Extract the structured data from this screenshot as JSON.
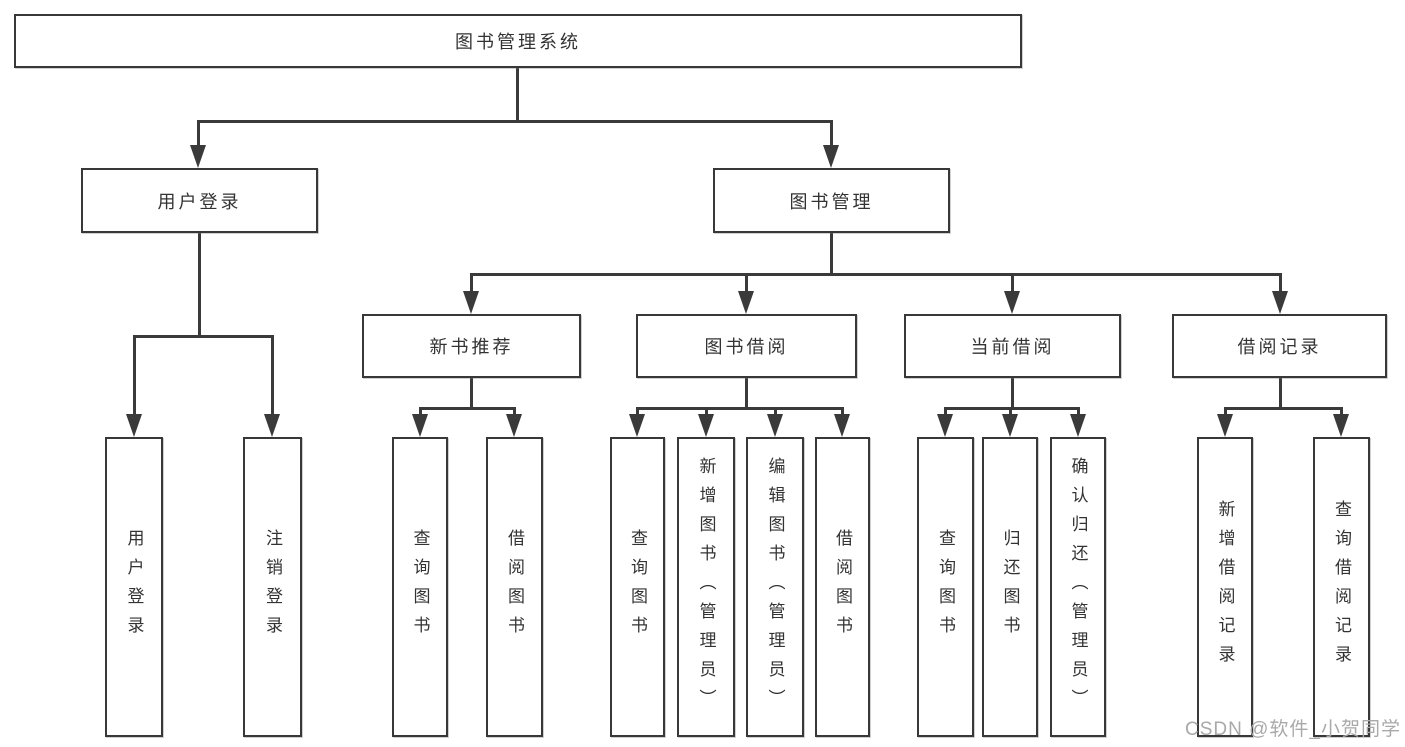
{
  "diagram_type": "hierarchy-tree",
  "watermark": "CSDN @软件_小贺同学",
  "colors": {
    "background": "#ffffff",
    "line": "#3a3a3a",
    "box_border": "#383838",
    "text": "#333333",
    "watermark": "#a9a9a9"
  },
  "tree": {
    "root": "图书管理系统",
    "children": [
      {
        "label": "用户登录",
        "children": [
          {
            "label": "用户登录"
          },
          {
            "label": "注销登录"
          }
        ]
      },
      {
        "label": "图书管理",
        "children": [
          {
            "label": "新书推荐",
            "children": [
              {
                "label": "查询图书"
              },
              {
                "label": "借阅图书"
              }
            ]
          },
          {
            "label": "图书借阅",
            "children": [
              {
                "label": "查询图书"
              },
              {
                "label": "新增图书（管理员）"
              },
              {
                "label": "编辑图书（管理员）"
              },
              {
                "label": "借阅图书"
              }
            ]
          },
          {
            "label": "当前借阅",
            "children": [
              {
                "label": "查询图书"
              },
              {
                "label": "归还图书"
              },
              {
                "label": "确认归还（管理员）"
              }
            ]
          },
          {
            "label": "借阅记录",
            "children": [
              {
                "label": "新增借阅记录"
              },
              {
                "label": "查询借阅记录"
              }
            ]
          }
        ]
      }
    ]
  }
}
